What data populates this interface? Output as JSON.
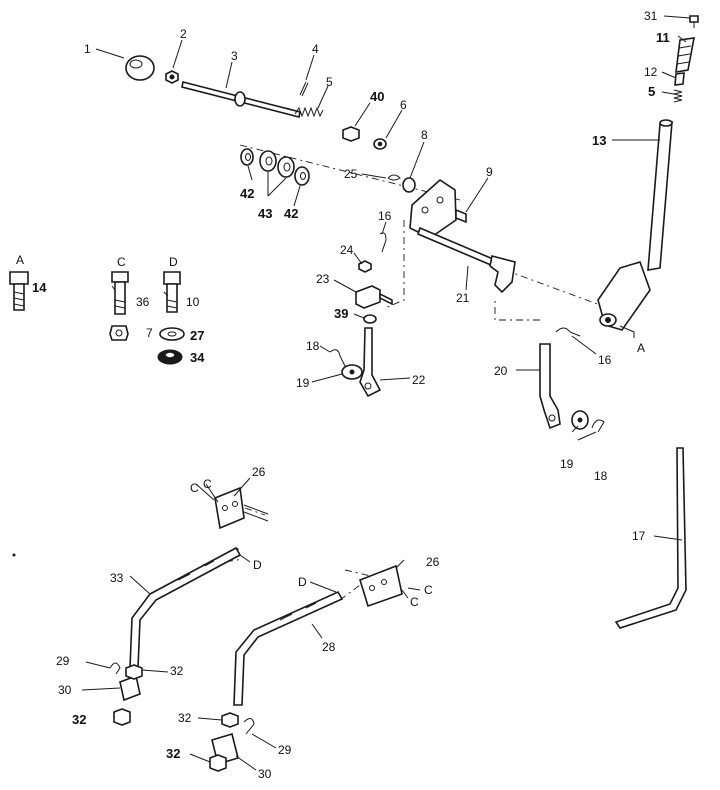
{
  "callouts": [
    {
      "id": "c1",
      "text": "1"
    },
    {
      "id": "c2",
      "text": "2"
    },
    {
      "id": "c3",
      "text": "3"
    },
    {
      "id": "c4",
      "text": "4"
    },
    {
      "id": "c5a",
      "text": "5"
    },
    {
      "id": "c40",
      "text": "40"
    },
    {
      "id": "c6",
      "text": "6"
    },
    {
      "id": "c8",
      "text": "8"
    },
    {
      "id": "c9",
      "text": "9"
    },
    {
      "id": "c25",
      "text": "25"
    },
    {
      "id": "c42a",
      "text": "42"
    },
    {
      "id": "c43",
      "text": "43"
    },
    {
      "id": "c42b",
      "text": "42"
    },
    {
      "id": "c16a",
      "text": "16"
    },
    {
      "id": "c24",
      "text": "24"
    },
    {
      "id": "c23",
      "text": "23"
    },
    {
      "id": "c39",
      "text": "39"
    },
    {
      "id": "c21",
      "text": "21"
    },
    {
      "id": "c18a",
      "text": "18"
    },
    {
      "id": "c19a",
      "text": "19"
    },
    {
      "id": "c22",
      "text": "22"
    },
    {
      "id": "c20",
      "text": "20"
    },
    {
      "id": "c16b",
      "text": "16"
    },
    {
      "id": "c19b",
      "text": "19"
    },
    {
      "id": "c18b",
      "text": "18"
    },
    {
      "id": "c31",
      "text": "31"
    },
    {
      "id": "c11",
      "text": "11"
    },
    {
      "id": "c12",
      "text": "12"
    },
    {
      "id": "c5b",
      "text": "5"
    },
    {
      "id": "c13",
      "text": "13"
    },
    {
      "id": "cA1",
      "text": "A"
    },
    {
      "id": "cA2",
      "text": "A"
    },
    {
      "id": "c14",
      "text": "14"
    },
    {
      "id": "cC1",
      "text": "C"
    },
    {
      "id": "cD1",
      "text": "D"
    },
    {
      "id": "c36",
      "text": "36"
    },
    {
      "id": "c10",
      "text": "10"
    },
    {
      "id": "c7",
      "text": "7"
    },
    {
      "id": "c27",
      "text": "27"
    },
    {
      "id": "c34",
      "text": "34"
    },
    {
      "id": "c26a",
      "text": "26"
    },
    {
      "id": "cC2",
      "text": "C"
    },
    {
      "id": "cC3",
      "text": "C"
    },
    {
      "id": "cD2",
      "text": "D"
    },
    {
      "id": "c33",
      "text": "33"
    },
    {
      "id": "c29a",
      "text": "29"
    },
    {
      "id": "c32a",
      "text": "32"
    },
    {
      "id": "c30a",
      "text": "30"
    },
    {
      "id": "c32b",
      "text": "32"
    },
    {
      "id": "c26b",
      "text": "26"
    },
    {
      "id": "cD3",
      "text": "D"
    },
    {
      "id": "cC4",
      "text": "C"
    },
    {
      "id": "cC5",
      "text": "C"
    },
    {
      "id": "c28",
      "text": "28"
    },
    {
      "id": "c32c",
      "text": "32"
    },
    {
      "id": "c29b",
      "text": "29"
    },
    {
      "id": "c32d",
      "text": "32"
    },
    {
      "id": "c30b",
      "text": "30"
    },
    {
      "id": "c17",
      "text": "17"
    }
  ]
}
